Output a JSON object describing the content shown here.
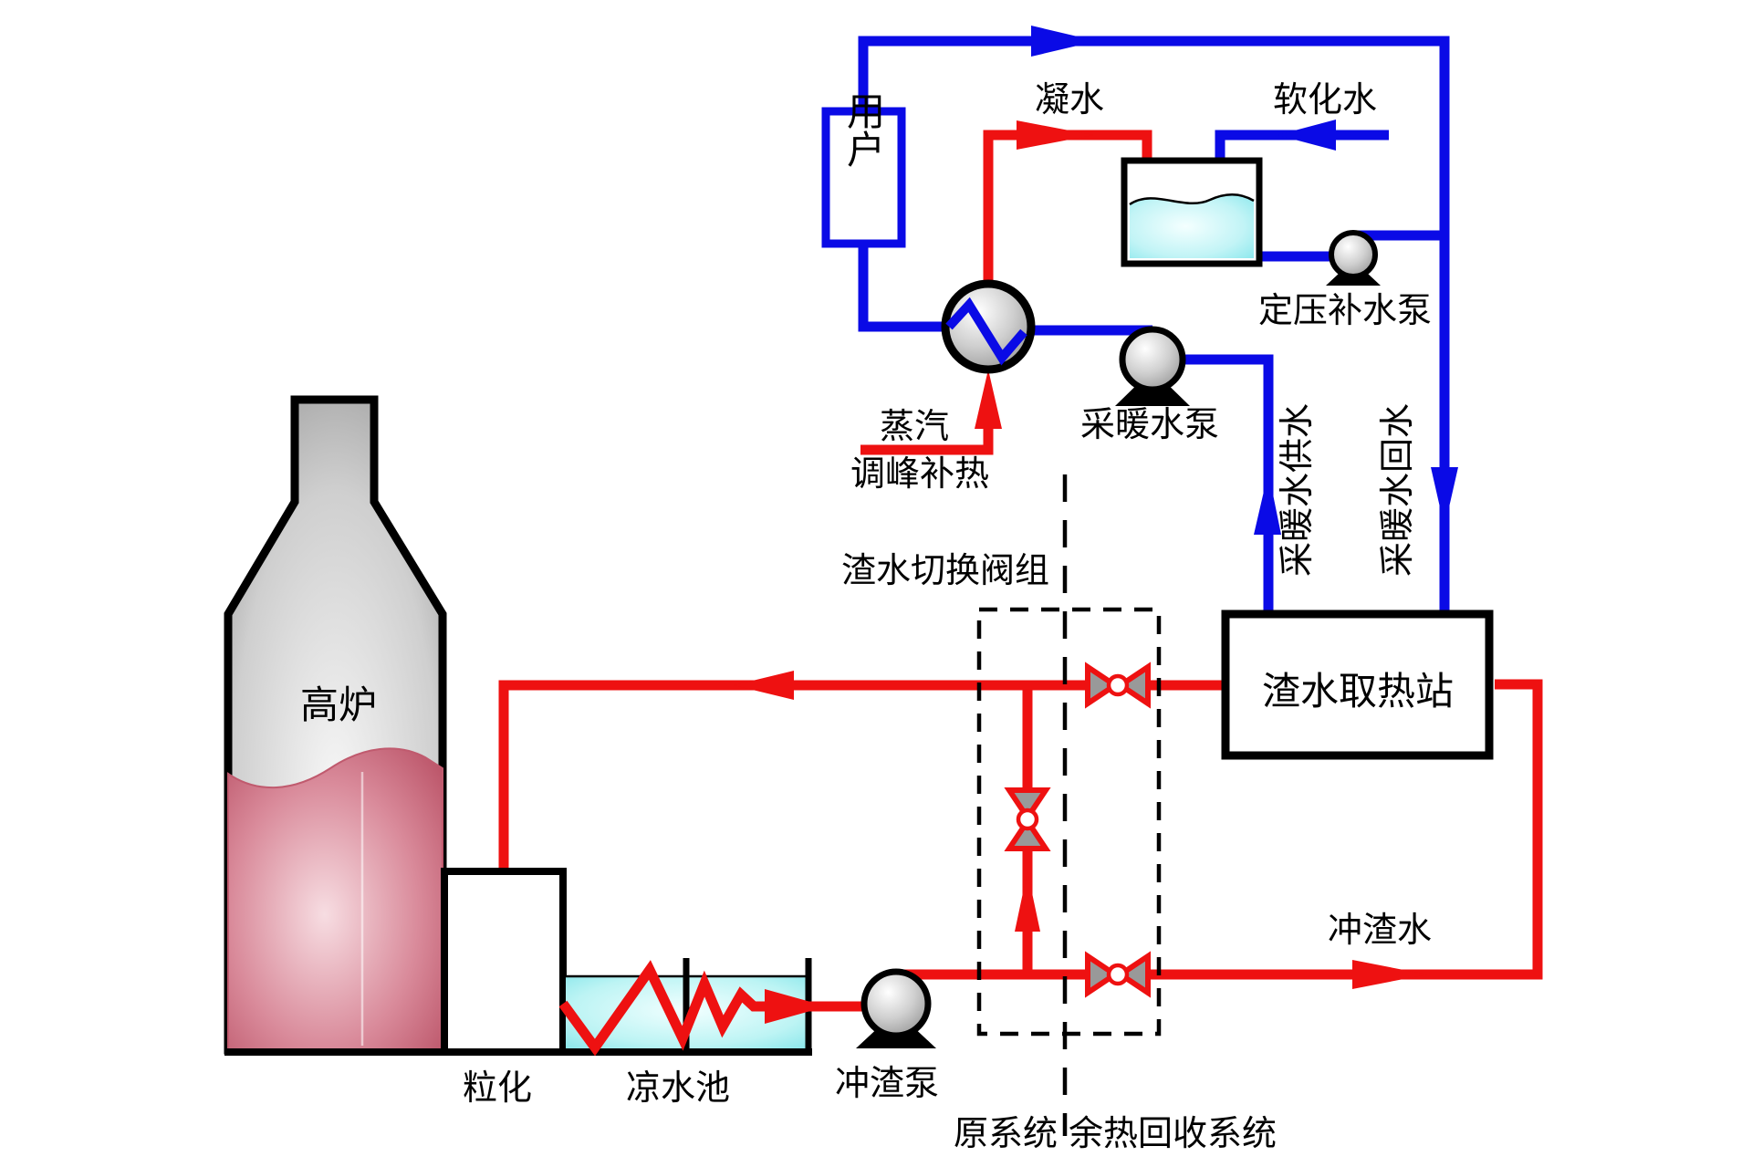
{
  "colors": {
    "pipe_hot": "#ee1111",
    "pipe_cold": "#0a0ae6",
    "valve_gray": "#999999",
    "water_cyan": "#7ceaea",
    "melt_pink": "#c9566b",
    "metal_gray": "#b5b5b5"
  },
  "labels": {
    "user": "用户",
    "condensate": "凝水",
    "softened_water": "软化水",
    "pressure_makeup_pump": "定压补水泵",
    "heating_water_pump": "采暖水泵",
    "steam": "蒸汽",
    "peak_shaving_heat": "调峰补热",
    "heating_supply": "采暖水供水",
    "heating_return": "采暖水回水",
    "valve_group": "渣水切换阀组",
    "heat_station": "渣水取热站",
    "blast_furnace": "高炉",
    "granulation": "粒化",
    "cooling_pool": "凉水池",
    "slag_pump": "冲渣泵",
    "slag_water": "冲渣水",
    "original_system": "原系统",
    "recovery_system": "余热回收系统"
  }
}
